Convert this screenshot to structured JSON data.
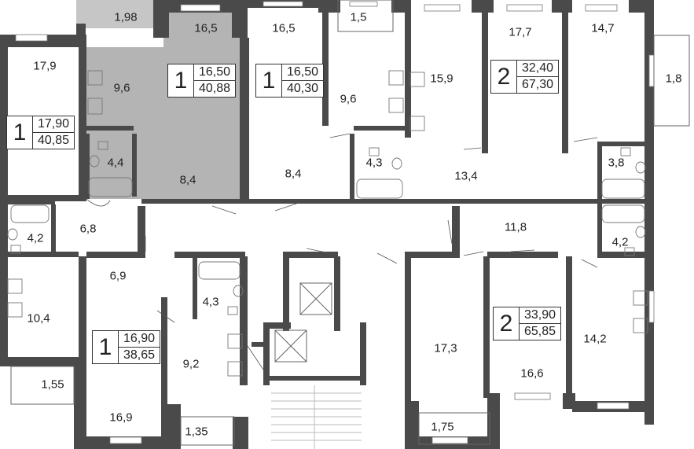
{
  "colors": {
    "wall": "#4a4a4a",
    "highlight": "#b4b4b4",
    "balcony_highlight": "#c6c6c6",
    "background": "#ffffff"
  },
  "room_areas": [
    {
      "id": "r1",
      "label": "17,9"
    },
    {
      "id": "r2",
      "label": "9,6"
    },
    {
      "id": "r3",
      "label": "4,4"
    },
    {
      "id": "r4",
      "label": "1,98"
    },
    {
      "id": "r5",
      "label": "16,5"
    },
    {
      "id": "r6",
      "label": "8,4"
    },
    {
      "id": "r7",
      "label": "16,5"
    },
    {
      "id": "r8",
      "label": "9,6"
    },
    {
      "id": "r9",
      "label": "8,4"
    },
    {
      "id": "r10",
      "label": "4,3"
    },
    {
      "id": "r11",
      "label": "1,5"
    },
    {
      "id": "r12",
      "label": "15,9"
    },
    {
      "id": "r13",
      "label": "17,7"
    },
    {
      "id": "r14",
      "label": "14,7"
    },
    {
      "id": "r15",
      "label": "1,8"
    },
    {
      "id": "r16",
      "label": "13,4"
    },
    {
      "id": "r17",
      "label": "3,8"
    },
    {
      "id": "r18",
      "label": "4,2"
    },
    {
      "id": "r19",
      "label": "6,8"
    },
    {
      "id": "r20",
      "label": "11,8"
    },
    {
      "id": "r21",
      "label": "4,2"
    },
    {
      "id": "r22",
      "label": "6,9"
    },
    {
      "id": "r23",
      "label": "4,3"
    },
    {
      "id": "r24",
      "label": "10,4"
    },
    {
      "id": "r25",
      "label": "1,55"
    },
    {
      "id": "r26",
      "label": "9,2"
    },
    {
      "id": "r27",
      "label": "16,9"
    },
    {
      "id": "r28",
      "label": "1,35"
    },
    {
      "id": "r29",
      "label": "17,3"
    },
    {
      "id": "r30",
      "label": "14,2"
    },
    {
      "id": "r31",
      "label": "16,6"
    },
    {
      "id": "r32",
      "label": "1,75"
    }
  ],
  "apartments": [
    {
      "rooms": "1",
      "living": "17,90",
      "total": "40,85"
    },
    {
      "rooms": "1",
      "living": "16,50",
      "total": "40,88"
    },
    {
      "rooms": "1",
      "living": "16,50",
      "total": "40,30"
    },
    {
      "rooms": "2",
      "living": "32,40",
      "total": "67,30"
    },
    {
      "rooms": "1",
      "living": "16,90",
      "total": "38,65"
    },
    {
      "rooms": "2",
      "living": "33,90",
      "total": "65,85"
    }
  ]
}
